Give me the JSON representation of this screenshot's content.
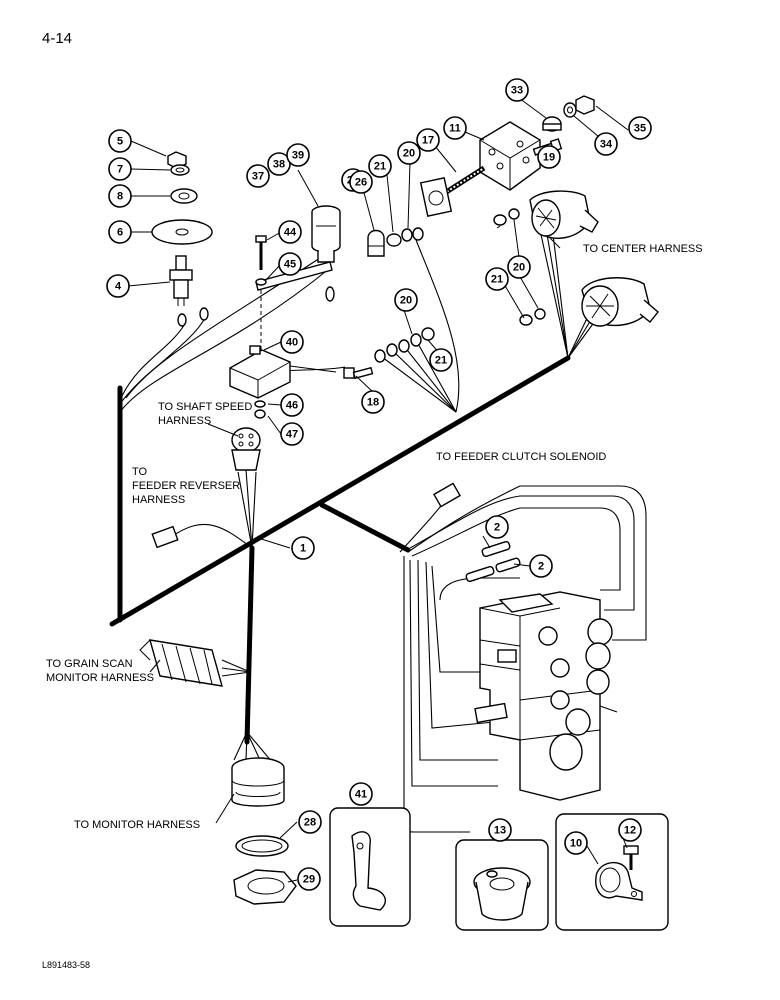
{
  "page_number": "4-14",
  "document_code": "L891483-58",
  "labels": {
    "center_harness": "TO CENTER HARNESS",
    "shaft_speed_1": "TO SHAFT SPEED",
    "shaft_speed_2": "HARNESS",
    "feeder_reverser_1": "TO",
    "feeder_reverser_2": "FEEDER REVERSER",
    "feeder_reverser_3": "HARNESS",
    "feeder_clutch": "TO FEEDER CLUTCH SOLENOID",
    "grain_scan_1": "TO GRAIN SCAN",
    "grain_scan_2": "MONITOR HARNESS",
    "monitor_harness": "TO MONITOR HARNESS"
  },
  "callouts": [
    "1",
    "2",
    "2",
    "4",
    "5",
    "6",
    "7",
    "8",
    "10",
    "11",
    "12",
    "13",
    "17",
    "18",
    "19",
    "20",
    "20",
    "20",
    "21",
    "21",
    "21",
    "24",
    "26",
    "28",
    "29",
    "33",
    "34",
    "35",
    "37",
    "38",
    "39",
    "40",
    "41",
    "44",
    "45",
    "46",
    "47"
  ]
}
